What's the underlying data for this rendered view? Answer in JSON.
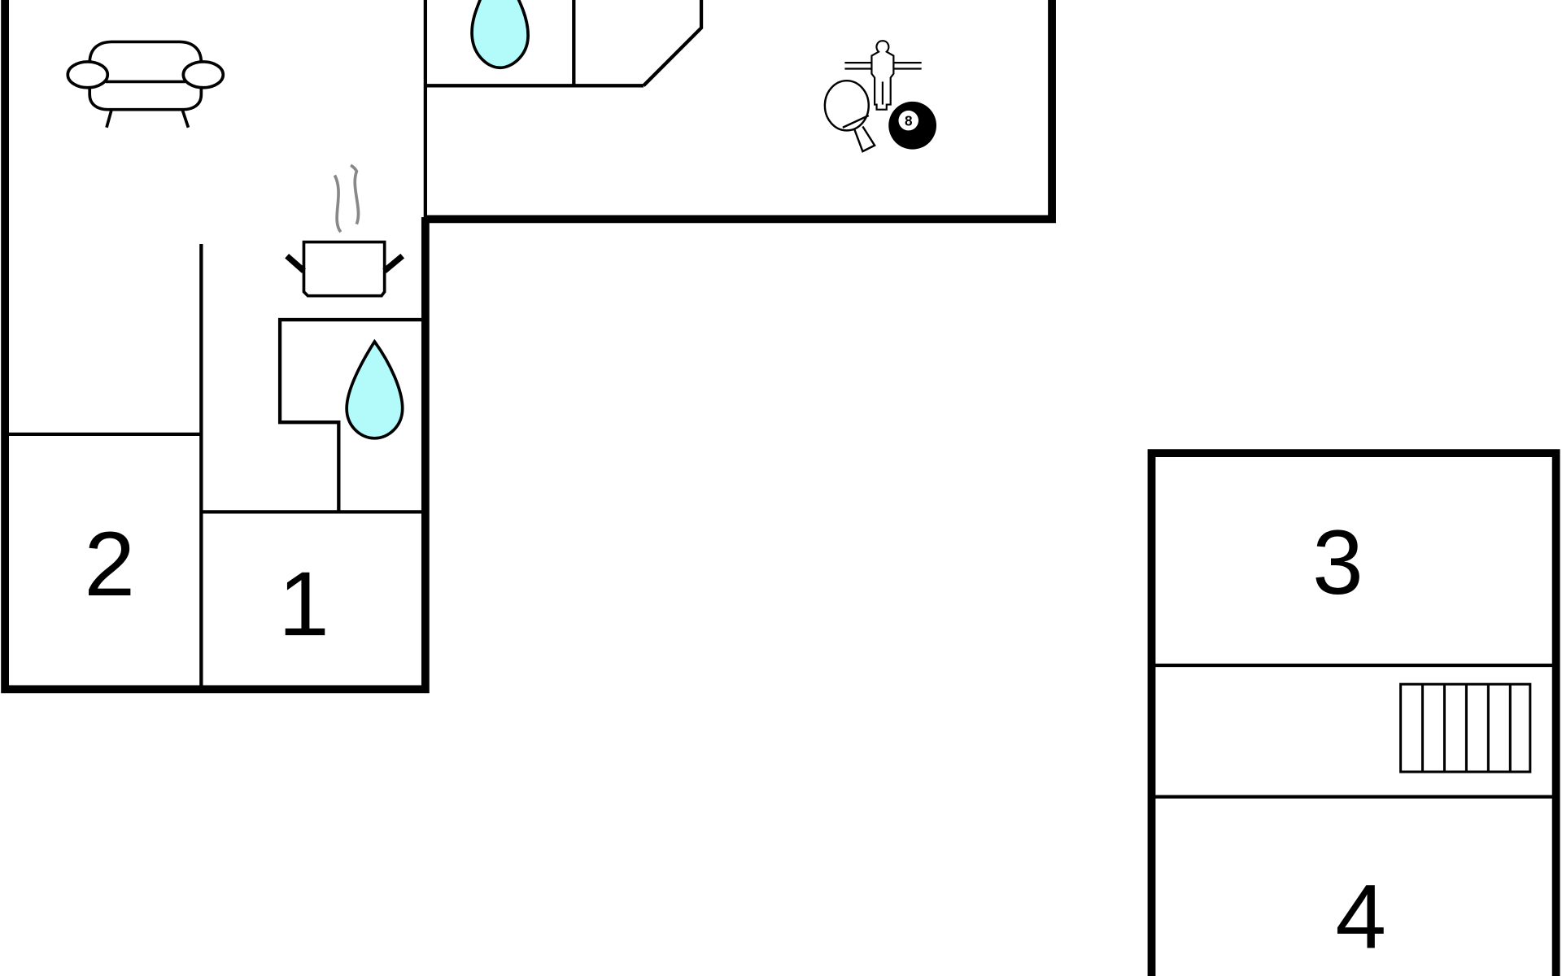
{
  "rooms": [
    {
      "label": "1"
    },
    {
      "label": "2"
    },
    {
      "label": "3"
    },
    {
      "label": "4"
    }
  ],
  "icons": {
    "billiard_ball_number": "8",
    "water_color": "#b3fbfb",
    "steam_color": "#888888"
  }
}
